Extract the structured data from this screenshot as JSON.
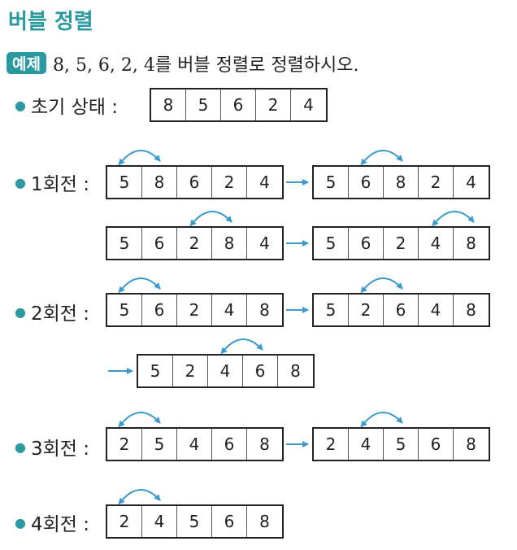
{
  "title": "버블 정렬",
  "example": {
    "badge": "예제",
    "text": "8, 5, 6, 2, 4를 버블 정렬로 정렬하시오."
  },
  "labels": {
    "initial": "초기 상태 :",
    "pass1": "1회전 :",
    "pass2": "2회전 :",
    "pass3": "3회전 :",
    "pass4": "4회전 :"
  },
  "arrays": {
    "initial": [
      "8",
      "5",
      "6",
      "2",
      "4"
    ],
    "p1a": [
      "5",
      "8",
      "6",
      "2",
      "4"
    ],
    "p1b": [
      "5",
      "6",
      "8",
      "2",
      "4"
    ],
    "p1c": [
      "5",
      "6",
      "2",
      "8",
      "4"
    ],
    "p1d": [
      "5",
      "6",
      "2",
      "4",
      "8"
    ],
    "p2a": [
      "5",
      "6",
      "2",
      "4",
      "8"
    ],
    "p2b": [
      "5",
      "2",
      "6",
      "4",
      "8"
    ],
    "p2c": [
      "5",
      "2",
      "4",
      "6",
      "8"
    ],
    "p3a": [
      "2",
      "5",
      "4",
      "6",
      "8"
    ],
    "p3b": [
      "2",
      "4",
      "5",
      "6",
      "8"
    ],
    "p4a": [
      "2",
      "4",
      "5",
      "6",
      "8"
    ]
  },
  "colors": {
    "accent": "#2a9aa0",
    "arrow": "#3a9ad0"
  }
}
